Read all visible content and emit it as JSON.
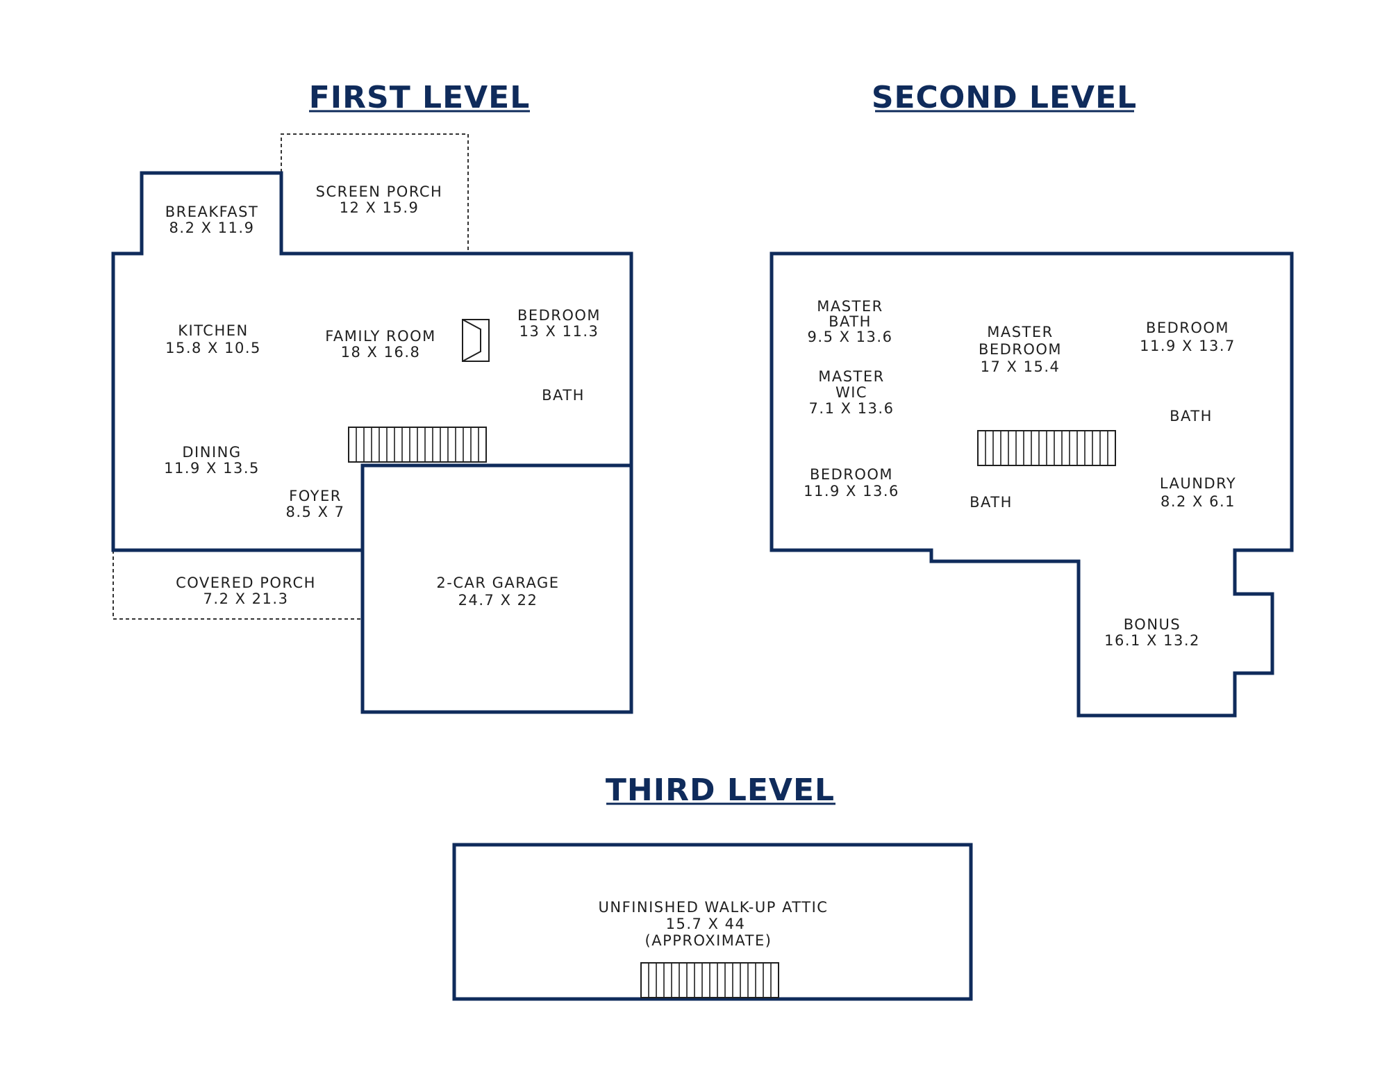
{
  "levels": {
    "first": {
      "title": "FIRST LEVEL",
      "rooms": {
        "breakfast": {
          "name": "BREAKFAST",
          "dims": "8.2 X 11.9"
        },
        "screen_porch": {
          "name": "SCREEN PORCH",
          "dims": "12 X 15.9"
        },
        "kitchen": {
          "name": "KITCHEN",
          "dims": "15.8 X 10.5"
        },
        "family_room": {
          "name": "FAMILY ROOM",
          "dims": "18 X 16.8"
        },
        "bedroom": {
          "name": "BEDROOM",
          "dims": "13 X 11.3"
        },
        "bath": {
          "name": "BATH"
        },
        "dining": {
          "name": "DINING",
          "dims": "11.9 X 13.5"
        },
        "foyer": {
          "name": "FOYER",
          "dims": "8.5 X 7"
        },
        "covered_porch": {
          "name": "COVERED PORCH",
          "dims": "7.2 X 21.3"
        },
        "garage": {
          "name": "2-CAR GARAGE",
          "dims": "24.7 X 22"
        }
      }
    },
    "second": {
      "title": "SECOND LEVEL",
      "rooms": {
        "master_bath": {
          "name_l1": "MASTER",
          "name_l2": "BATH",
          "dims": "9.5 X 13.6"
        },
        "master_wic": {
          "name_l1": "MASTER",
          "name_l2": "WIC",
          "dims": "7.1 X 13.6"
        },
        "master_bedroom": {
          "name_l1": "MASTER",
          "name_l2": "BEDROOM",
          "dims": "17 X 15.4"
        },
        "bedroom_right": {
          "name": "BEDROOM",
          "dims": "11.9 X 13.7"
        },
        "bath_right": {
          "name": "BATH"
        },
        "bedroom_left": {
          "name": "BEDROOM",
          "dims": "11.9 X 13.6"
        },
        "bath_center": {
          "name": "BATH"
        },
        "laundry": {
          "name": "LAUNDRY",
          "dims": "8.2 X 6.1"
        },
        "bonus": {
          "name": "BONUS",
          "dims": "16.1 X 13.2"
        }
      }
    },
    "third": {
      "title": "THIRD LEVEL",
      "rooms": {
        "attic": {
          "name": "UNFINISHED WALK-UP ATTIC",
          "dims": "15.7 X 44",
          "note": "(APPROXIMATE)"
        }
      }
    }
  },
  "colors": {
    "walls": "#0f2b5b",
    "titles": "#0f2b5b",
    "text": "#1f1f1f"
  }
}
